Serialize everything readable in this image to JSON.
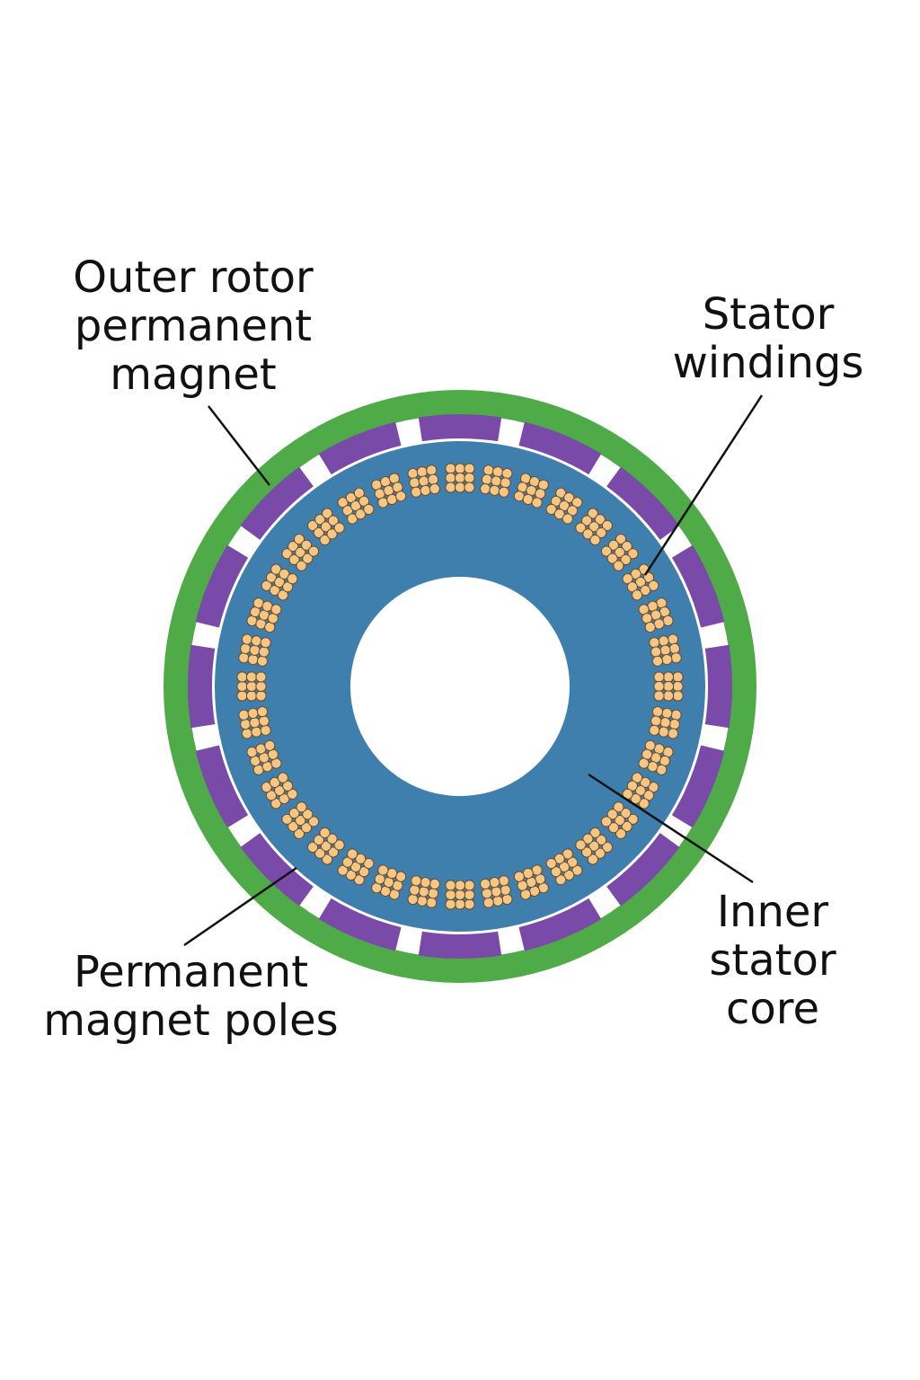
{
  "labels": {
    "outer_rotor": [
      "Outer rotor",
      "permanent",
      "magnet"
    ],
    "stator_windings": [
      "Stator",
      "windings"
    ],
    "pm_poles": [
      "Permanent",
      "magnet poles"
    ],
    "inner_core": [
      "Inner",
      "stator",
      "core"
    ]
  },
  "diagram": {
    "colors": {
      "rotor_ring": "#4eab48",
      "magnet": "#7a4aa8",
      "stator_core": "#3f7fae",
      "winding_fill": "#f5c684",
      "winding_stroke": "#6b4a28",
      "leader": "#111111"
    },
    "magnet_pole_count": 16,
    "winding_slot_count": 36
  }
}
